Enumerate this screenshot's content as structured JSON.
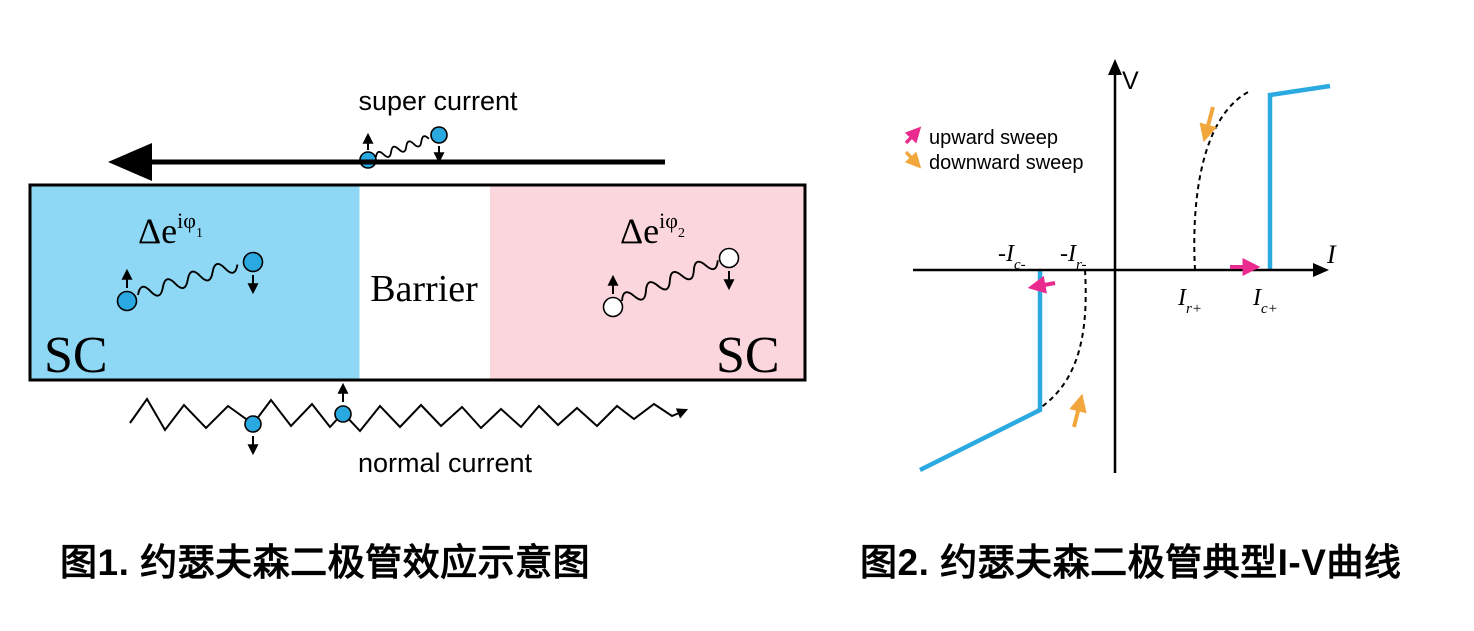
{
  "fig1": {
    "labels": {
      "super_current": "super current",
      "normal_current": "normal current",
      "barrier": "Barrier",
      "sc_left": "SC",
      "sc_right": "SC"
    },
    "order_parameter_left": {
      "base": "Δe",
      "sup": "iφ",
      "sub": "1"
    },
    "order_parameter_right": {
      "base": "Δe",
      "sup": "iφ",
      "sub": "2"
    },
    "caption": "图1. 约瑟夫森二极管效应示意图",
    "colors": {
      "sc_left_bg": "#8FD8F5",
      "sc_right_bg": "#FBD6DC",
      "electron_fill": "#2AA9E0"
    }
  },
  "fig2": {
    "axis_labels": {
      "v": "V",
      "i": "I"
    },
    "legend": [
      {
        "label": "upward sweep",
        "color": "#EB2A90"
      },
      {
        "label": "downward sweep",
        "color": "#F2A73D"
      }
    ],
    "current_labels": {
      "neg_c": {
        "text": "-I",
        "sub": "c-"
      },
      "neg_r": {
        "text": "-I",
        "sub": "r-"
      },
      "pos_r": {
        "text": "I",
        "sub": "r+"
      },
      "pos_c": {
        "text": "I",
        "sub": "c+"
      }
    },
    "colors": {
      "curve": "#2BAAE2",
      "upward": "#EB2A90",
      "downward": "#F2A73D"
    },
    "caption": "图2. 约瑟夫森二极管典型I-V曲线"
  }
}
